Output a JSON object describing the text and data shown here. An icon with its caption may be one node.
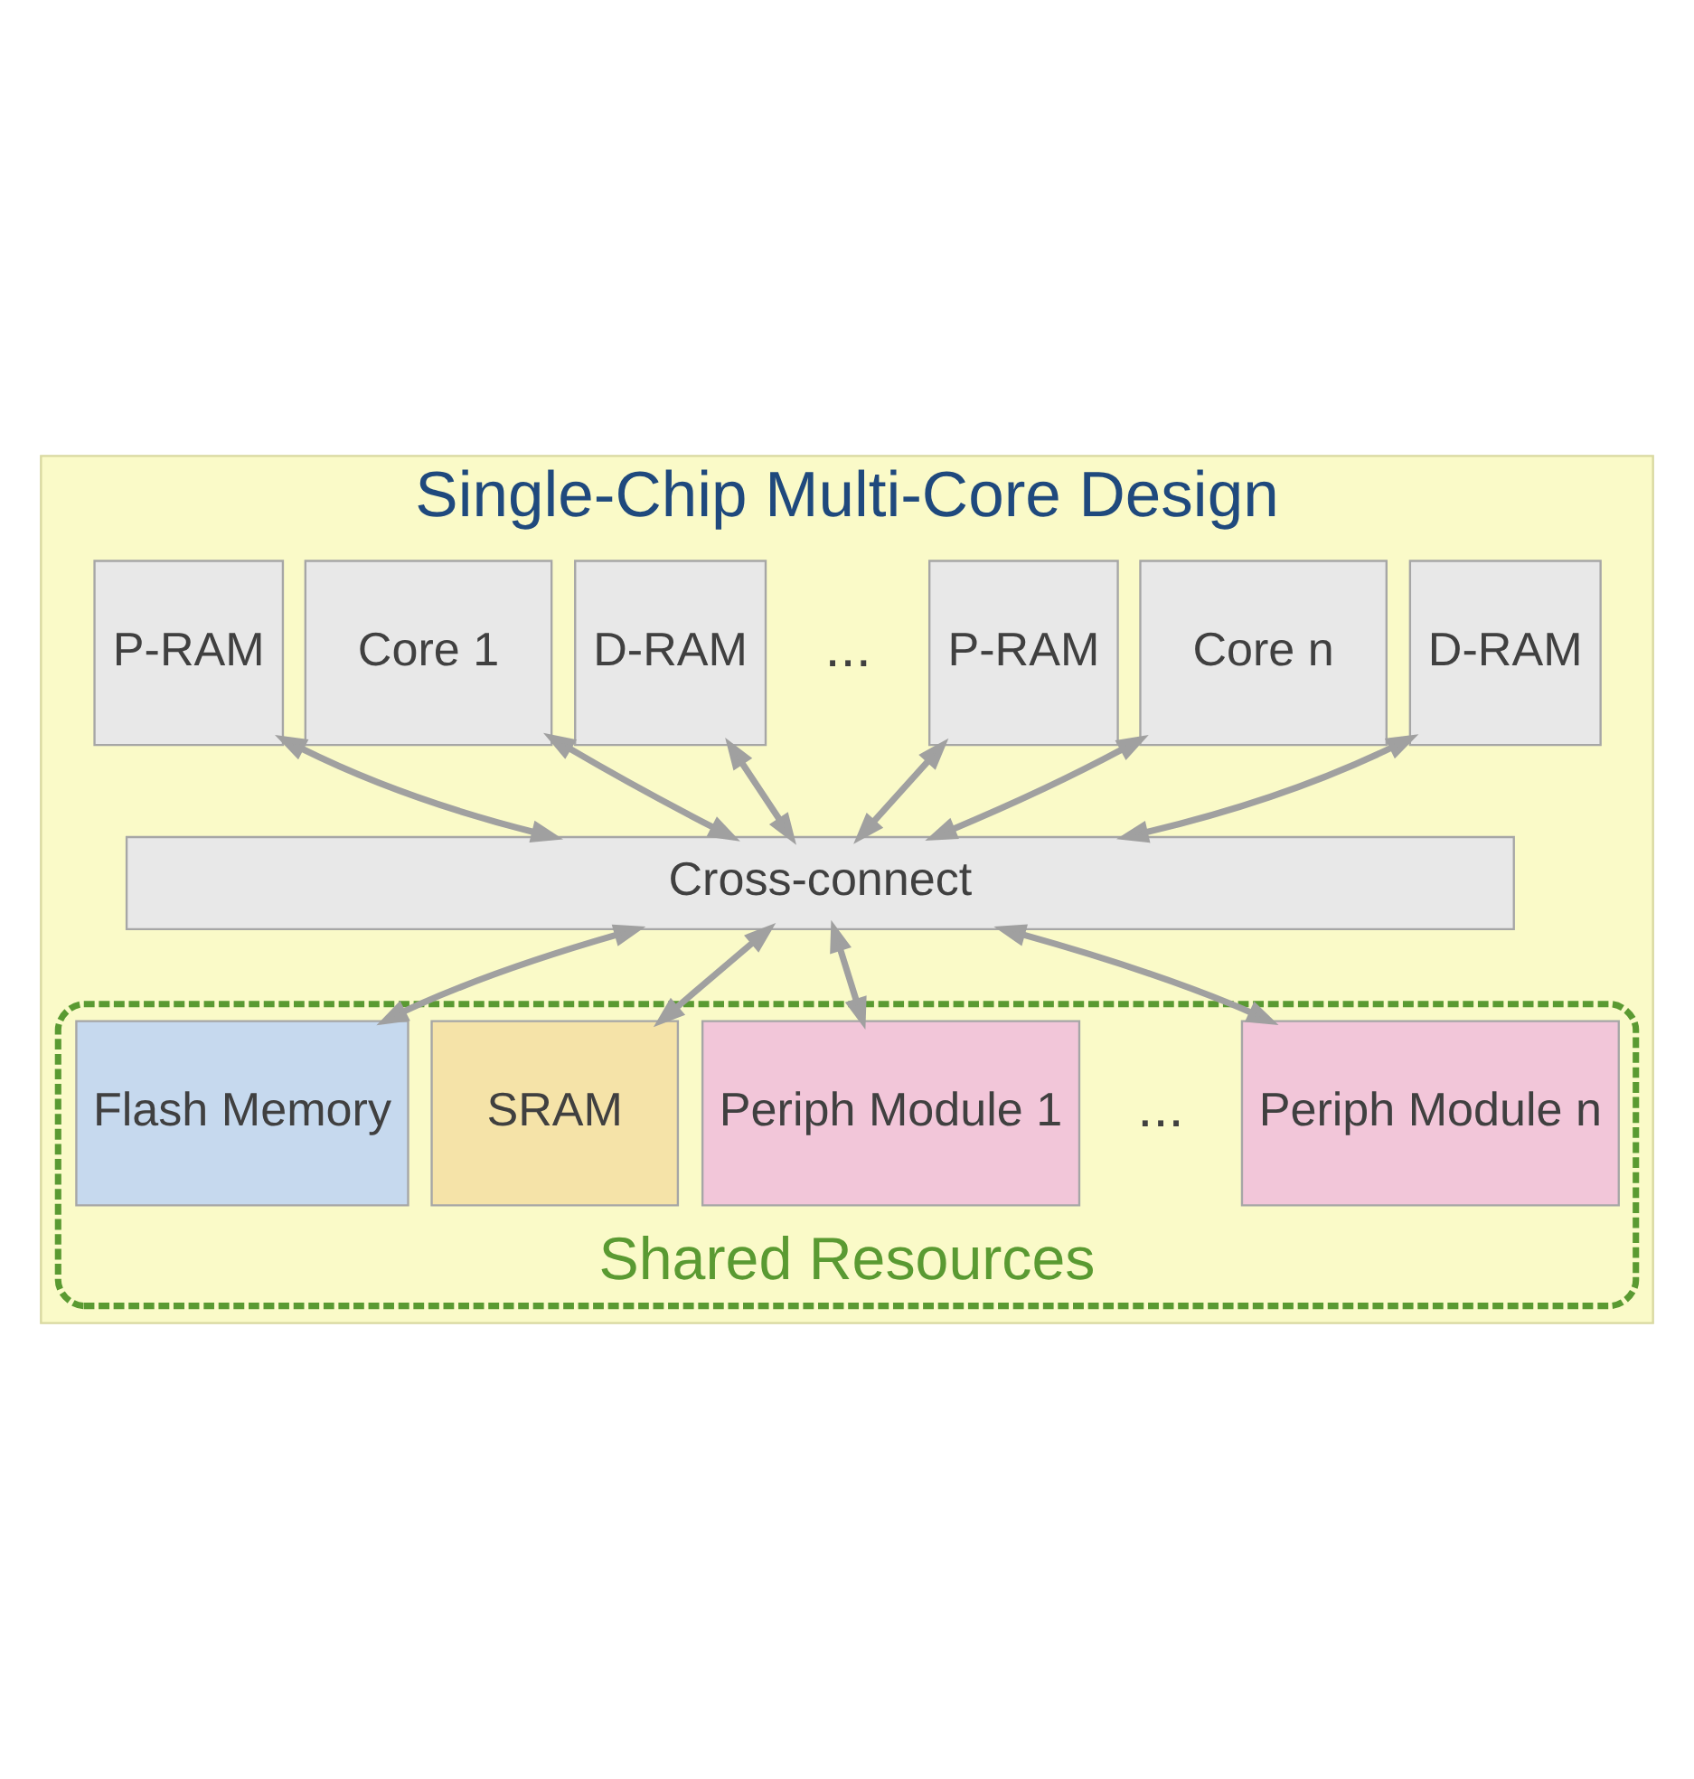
{
  "diagram": {
    "nodes": [
      {
        "text": [
          "Single-Chip Multi-Core Design"
        ]
      },
      {
        "text": [
          "P-RAM"
        ],
        "in": 0
      },
      {
        "text": [
          "Core 1"
        ],
        "in": 0
      },
      {
        "text": [
          "D-RAM"
        ],
        "in": 0
      },
      {
        "text": [
          "P-RAM"
        ],
        "in": 0
      },
      {
        "text": [
          "Core n"
        ],
        "in": 0
      },
      {
        "text": [
          "D-RAM"
        ],
        "in": 0
      },
      {
        "text": [
          "Cross-connect"
        ],
        "in": 0
      },
      {
        "text": [
          "Shared Resources"
        ],
        "in": 0
      },
      {
        "text": [
          "Flash Memory"
        ],
        "in": 8
      },
      {
        "text": [
          "SRAM"
        ],
        "in": 8
      },
      {
        "text": [
          "Periph Module 1"
        ],
        "in": 8
      },
      {
        "text": [
          "Periph Module n"
        ],
        "in": 8
      }
    ],
    "edges": [
      {
        "from": 1,
        "to": 7,
        "arrow": "both"
      },
      {
        "from": 2,
        "to": 7,
        "arrow": "both"
      },
      {
        "from": 3,
        "to": 7,
        "arrow": "both"
      },
      {
        "from": 4,
        "to": 7,
        "arrow": "both"
      },
      {
        "from": 5,
        "to": 7,
        "arrow": "both"
      },
      {
        "from": 6,
        "to": 7,
        "arrow": "both"
      },
      {
        "from": 7,
        "to": 9,
        "arrow": "both"
      },
      {
        "from": 7,
        "to": 10,
        "arrow": "both"
      },
      {
        "from": 7,
        "to": 11,
        "arrow": "both"
      },
      {
        "from": 7,
        "to": 12,
        "arrow": "both"
      }
    ],
    "labels": [
      "...",
      "..."
    ]
  }
}
